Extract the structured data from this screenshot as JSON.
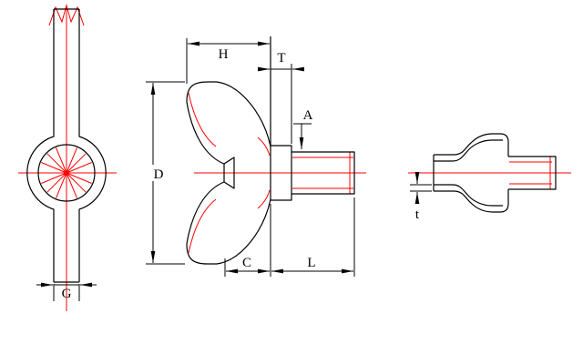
{
  "colors": {
    "background": "#ffffff",
    "outline": "#000000",
    "accent": "#ff0000"
  },
  "views": {
    "front": {
      "dims": {
        "G": "G"
      }
    },
    "side": {
      "dims": {
        "H": "H",
        "T": "T",
        "A": "A",
        "D": "D",
        "C": "C",
        "L": "L"
      }
    },
    "end": {
      "dims": {
        "t": "t"
      }
    }
  }
}
